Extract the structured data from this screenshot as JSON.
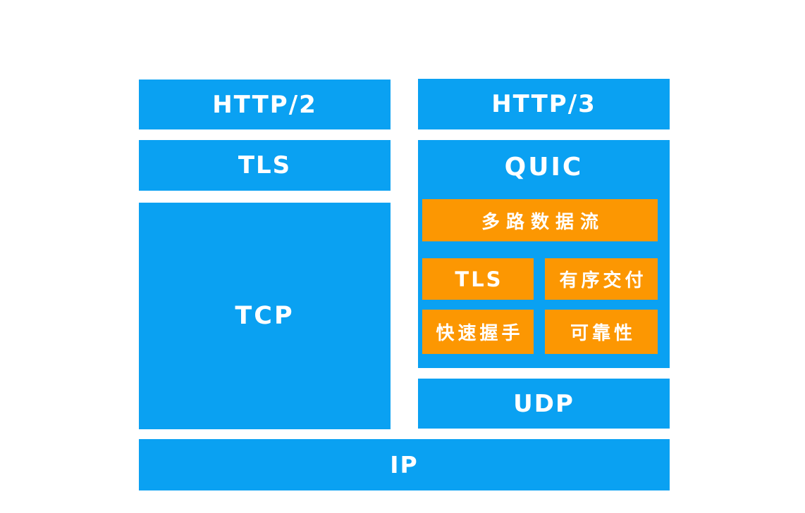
{
  "colors": {
    "blue": "#0aa1f2",
    "orange": "#fc9702",
    "label": "#ffffff",
    "background": "#ffffff"
  },
  "left_column": {
    "http2_label": "HTTP/2",
    "tls_label": "TLS",
    "tcp_label": "TCP"
  },
  "right_column": {
    "http3_label": "HTTP/3",
    "quic_label": "QUIC",
    "features": {
      "multiplex_label": "多路数据流",
      "tls_label": "TLS",
      "ordered_delivery_label": "有序交付",
      "fast_handshake_label": "快速握手",
      "reliability_label": "可靠性"
    },
    "udp_label": "UDP"
  },
  "base": {
    "ip_label": "IP"
  }
}
